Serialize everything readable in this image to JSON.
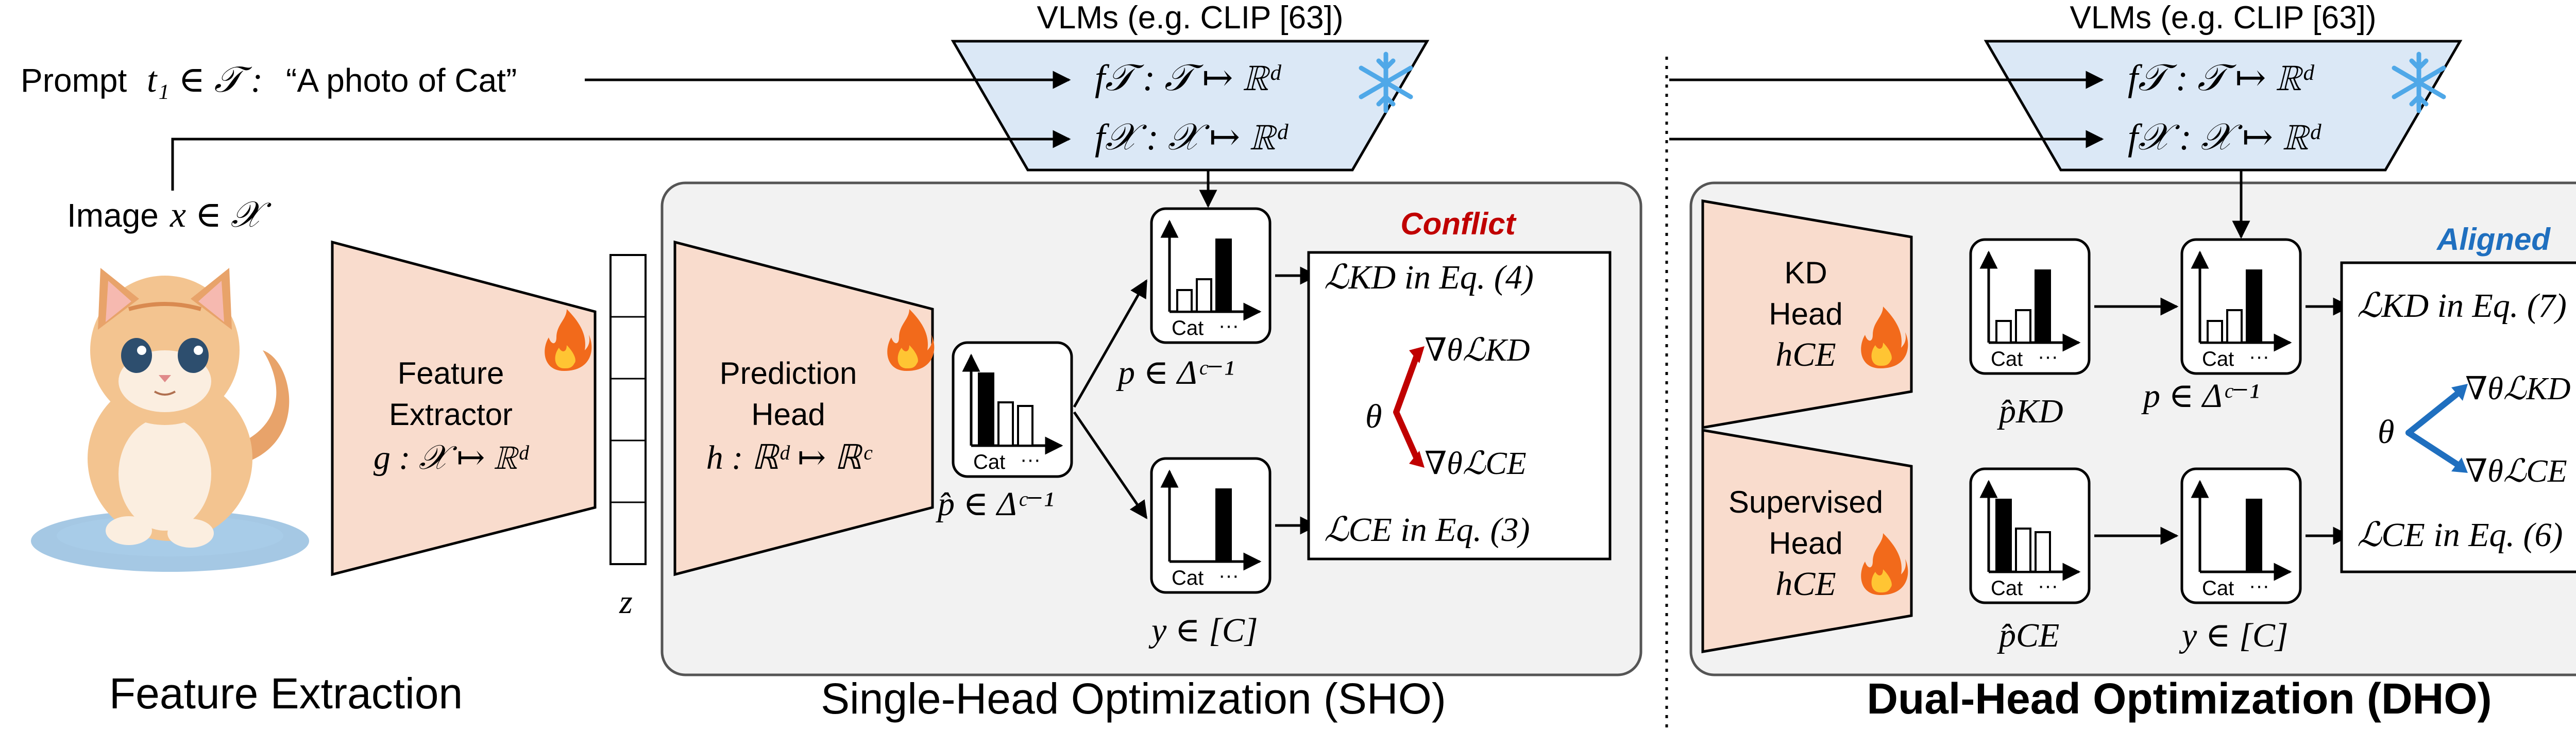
{
  "top": {
    "vlm_label_left": "VLMs (e.g. CLIP [63])",
    "vlm_label_right": "VLMs (e.g. CLIP [63])",
    "f_t": "f𝒯 : 𝒯 ↦ ℝᵈ",
    "f_x": "f𝒳 : 𝒳 ↦ ℝᵈ",
    "prompt_label": "Prompt",
    "prompt_math": "t₁ ∈ 𝒯 :",
    "prompt_text": "“A photo of Cat”",
    "image_label": "Image",
    "image_math": "x ∈ 𝒳"
  },
  "feature": {
    "extractor_line1": "Feature",
    "extractor_line2": "Extractor",
    "extractor_math": "g : 𝒳 ↦ ℝᵈ",
    "z_label": "z",
    "section_title": "Feature Extraction"
  },
  "sho": {
    "head_line1": "Prediction",
    "head_line2": "Head",
    "head_math": "h : ℝᵈ ↦ ℝᶜ",
    "phat_label": "p̂ ∈ Δᶜ⁻¹",
    "p_label": "p ∈ Δᶜ⁻¹",
    "y_label": "y ∈ [C]",
    "conflict": "Conflict",
    "loss_kd": "ℒKD in Eq. (4)",
    "loss_ce": "ℒCE in Eq. (3)",
    "grad_kd": "∇θℒKD",
    "grad_ce": "∇θℒCE",
    "theta": "θ",
    "section_title": "Single-Head Optimization (SHO)"
  },
  "dho": {
    "kd_head_line1": "KD",
    "kd_head_line2": "Head",
    "kd_head_math": "hCE",
    "sup_head_line1": "Supervised",
    "sup_head_line2": "Head",
    "sup_head_math": "hCE",
    "phat_kd": "p̂KD",
    "phat_ce": "p̂CE",
    "p_label": "p ∈ Δᶜ⁻¹",
    "y_label": "y ∈ [C]",
    "aligned": "Aligned",
    "loss_kd": "ℒKD in Eq. (7)",
    "loss_ce": "ℒCE in Eq. (6)",
    "grad_kd": "∇θℒKD",
    "grad_ce": "∇θℒCE",
    "theta": "θ",
    "section_title": "Dual-Head Optimization (DHO)"
  },
  "chart_mini": {
    "axis_label": "Cat",
    "ellipsis": "···"
  },
  "colors": {
    "vlm_fill": "#dbe8f6",
    "head_fill": "#f9dccd",
    "panel_fill": "#f2f2f2",
    "conflict": "#c00000",
    "aligned": "#1f6fbf"
  }
}
